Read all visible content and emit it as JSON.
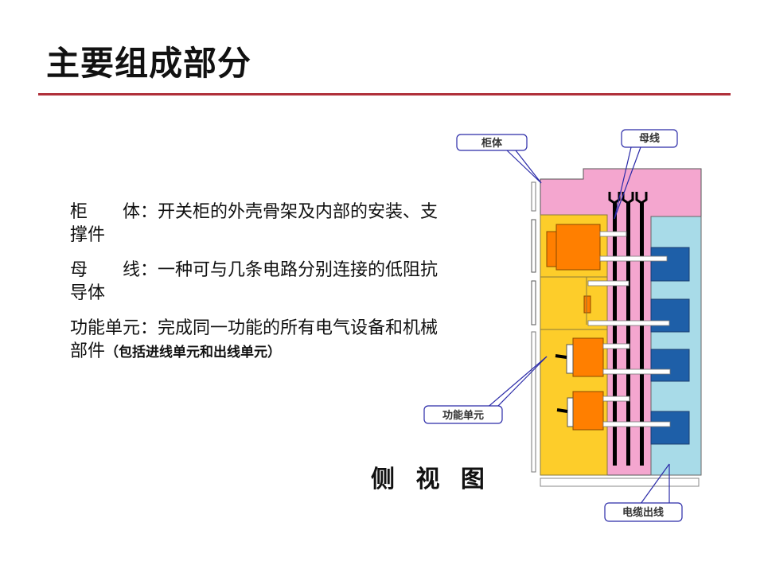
{
  "slide": {
    "title": "主要组成部分",
    "caption": "侧 视 图"
  },
  "descriptions": [
    {
      "term": "柜　　体",
      "separator": "：",
      "text": "开关柜的外壳骨架及内部的安装、支撑件",
      "note": ""
    },
    {
      "term": "母　　线",
      "separator": "：",
      "text": "一种可与几条电路分别连接的低阻抗导体",
      "note": ""
    },
    {
      "term": "功能单元",
      "separator": "：",
      "text": "完成同一功能的所有电气设备和机械部件",
      "note": "（包括进线单元和出线单元）"
    }
  ],
  "diagram": {
    "callouts": {
      "cabinet": "柜体",
      "busbar": "母线",
      "functional_unit": "功能单元",
      "cable_outlet": "电缆出线"
    },
    "colors": {
      "cabinet_pink": "#f4a6cf",
      "unit_yellow": "#fdcd2a",
      "breaker_orange": "#ff7f00",
      "cable_light_blue": "#a8dbe8",
      "terminal_blue": "#1e5fa8",
      "busbar_black": "#000000",
      "callout_line": "#2a2aa8",
      "title_rule": "#b0303a"
    }
  }
}
